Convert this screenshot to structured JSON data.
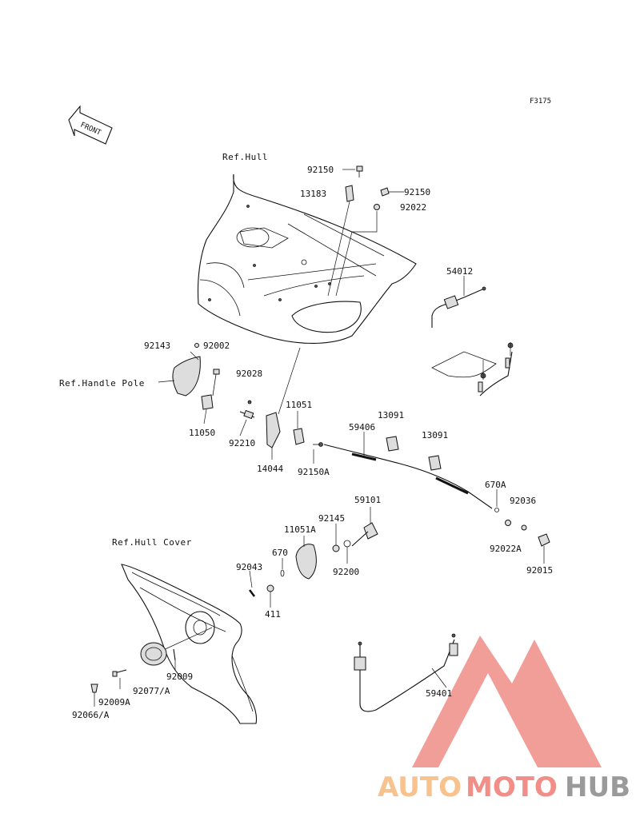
{
  "figure_code": "F3175",
  "front_label": "FRONT",
  "refs": {
    "hull": "Ref.Hull",
    "handle_pole": "Ref.Handle Pole",
    "hull_cover": "Ref.Hull Cover"
  },
  "parts": {
    "p92150_top": "92150",
    "p13183": "13183",
    "p92150_right": "92150",
    "p92022": "92022",
    "p54012": "54012",
    "p92143": "92143",
    "p92002": "92002",
    "p92028": "92028",
    "p11050": "11050",
    "p92210": "92210",
    "p14044": "14044",
    "p11051": "11051",
    "p92150A": "92150A",
    "p59406": "59406",
    "p13091_a": "13091",
    "p13091_b": "13091",
    "p670A": "670A",
    "p92036": "92036",
    "p92022A": "92022A",
    "p92015": "92015",
    "p59101": "59101",
    "p92145": "92145",
    "p11051A": "11051A",
    "p670": "670",
    "p92200": "92200",
    "p92043": "92043",
    "p411": "411",
    "p92009": "92009",
    "p92077A": "92077/A",
    "p92009A": "92009A",
    "p92066A": "92066/A",
    "p59401": "59401"
  },
  "watermark": {
    "part1": "AUTO",
    "part2": "MOTO",
    "part3": "HUB",
    "color_auto": "#f7c28e",
    "color_moto": "#f08e87",
    "color_hub": "#9a9a9a",
    "logo_color": "#f08e87"
  }
}
